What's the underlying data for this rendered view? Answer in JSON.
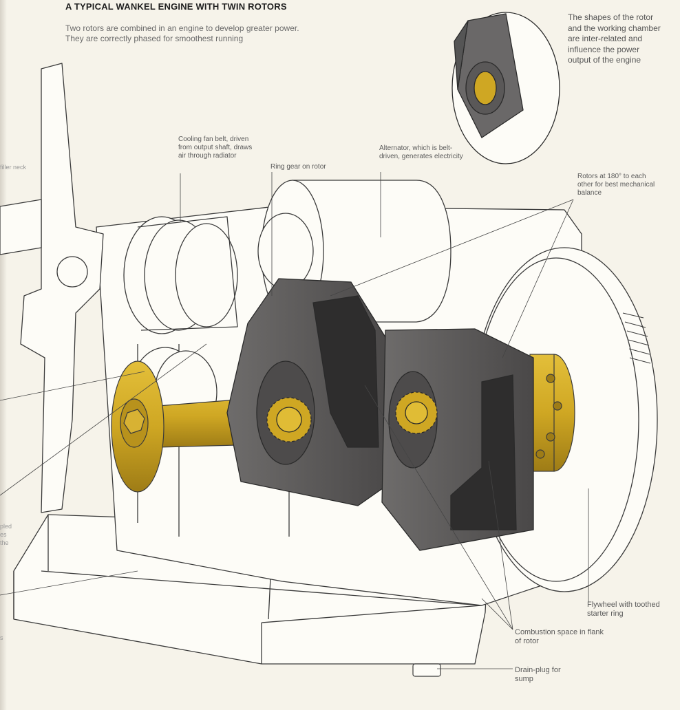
{
  "title": "A TYPICAL WANKEL ENGINE WITH TWIN ROTORS",
  "subtitle": "Two rotors are combined in an engine to develop greater power. They are correctly phased for smoothest running",
  "inset_caption": "The shapes of the rotor and the working chamber are inter-related and influence the power output of the engine",
  "labels": {
    "cooling_fan_belt": "Cooling fan belt, driven from output shaft, draws air through radiator",
    "ring_gear": "Ring gear on rotor",
    "alternator": "Alternator, which is belt-driven, generates electricity",
    "rotors_180": "Rotors at 180° to each other for best mechanical balance",
    "flywheel": "Flywheel with toothed starter ring",
    "combustion_space": "Combustion space in flank of rotor",
    "drain_plug": "Drain-plug for sump"
  },
  "margin_fragments": {
    "filler_neck": "filler neck",
    "frag_1": "pled",
    "frag_2": "es",
    "frag_3": "the",
    "frag_4": "s"
  },
  "colors": {
    "paper": "#f6f3ea",
    "line": "#3a3a3a",
    "brass": "#cfa723",
    "brass_dark": "#a7841a",
    "rotor_grey": "#5a5858",
    "rotor_dark": "#3c3b3b",
    "housing_fill": "#fdfcf7"
  }
}
